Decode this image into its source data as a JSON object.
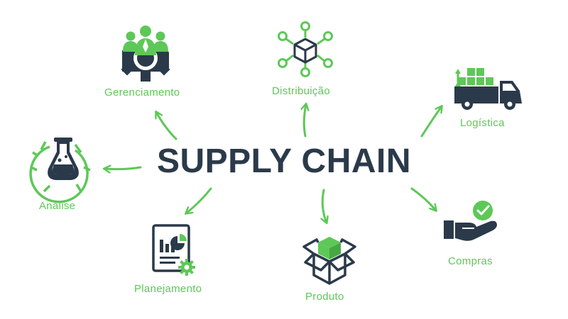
{
  "center": {
    "label": "SUPPLY CHAIN"
  },
  "nodes": [
    {
      "id": "gerenciamento",
      "label": "Gerenciamento",
      "icon": "management-gear-team-icon"
    },
    {
      "id": "distribuicao",
      "label": "Distribuição",
      "icon": "distribution-network-box-icon"
    },
    {
      "id": "logistica",
      "label": "Logística",
      "icon": "delivery-truck-icon"
    },
    {
      "id": "analise",
      "label": "Análise",
      "icon": "lab-flask-gear-icon"
    },
    {
      "id": "planejamento",
      "label": "Planejamento",
      "icon": "planning-report-chart-icon"
    },
    {
      "id": "produto",
      "label": "Produto",
      "icon": "open-product-box-icon"
    },
    {
      "id": "compras",
      "label": "Compras",
      "icon": "hand-check-purchase-icon"
    }
  ],
  "colors": {
    "accent": "#5dc857",
    "dark": "#2b3a4a",
    "background": "#ffffff"
  }
}
